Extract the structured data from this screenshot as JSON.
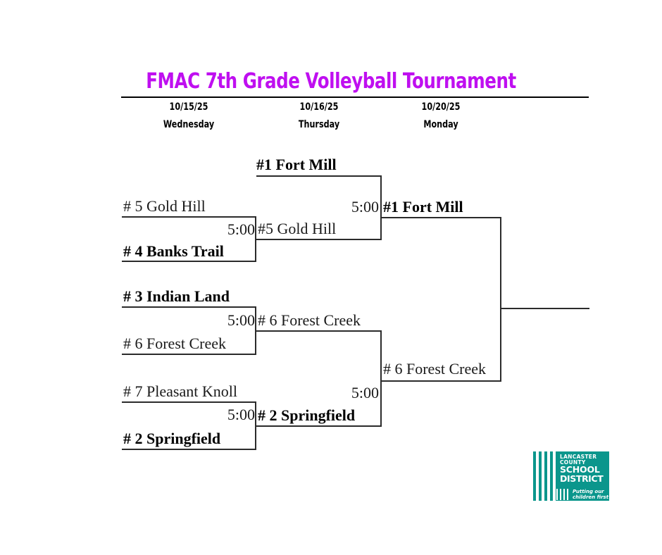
{
  "header": {
    "title": "FMAC 7th Grade Volleyball Tournament",
    "title_color": "#bf0ff0",
    "columns": [
      {
        "date": "10/15/25",
        "day": "Wednesday"
      },
      {
        "date": "10/16/25",
        "day": "Thursday"
      },
      {
        "date": "10/20/25",
        "day": "Monday"
      }
    ]
  },
  "bracket": {
    "round1": {
      "match_a": {
        "top_team": "#1 Fort Mill",
        "top_bold": true,
        "bottom_team": "",
        "time": ""
      },
      "match_b": {
        "top_team": "# 5 Gold Hill",
        "bottom_team": "# 4 Banks Trail",
        "time": "5:00"
      },
      "match_c": {
        "top_team": "# 3 Indian Land",
        "bottom_team": "# 6 Forest Creek",
        "time": "5:00"
      },
      "match_d": {
        "top_team": "# 7 Pleasant Knoll",
        "bottom_team": "# 2 Springfield",
        "time": "5:00"
      }
    },
    "round2": {
      "match_a": {
        "top_team": "#1 Fort Mill",
        "bottom_team": "#5 Gold Hill",
        "time": "5:00"
      },
      "match_b": {
        "top_team": "# 6 Forest Creek",
        "bottom_team": "# 2 Springfield",
        "time": "5:00"
      }
    },
    "final": {
      "top_team": "#1 Fort Mill",
      "bottom_team": "# 6 Forest Creek",
      "champion": ""
    }
  },
  "logo": {
    "line1": "LANCASTER",
    "line2": "COUNTY",
    "line3": "SCHOOL",
    "line4": "DISTRICT",
    "tagline1": "Putting our",
    "tagline2": "children first",
    "color": "#0b968c"
  }
}
